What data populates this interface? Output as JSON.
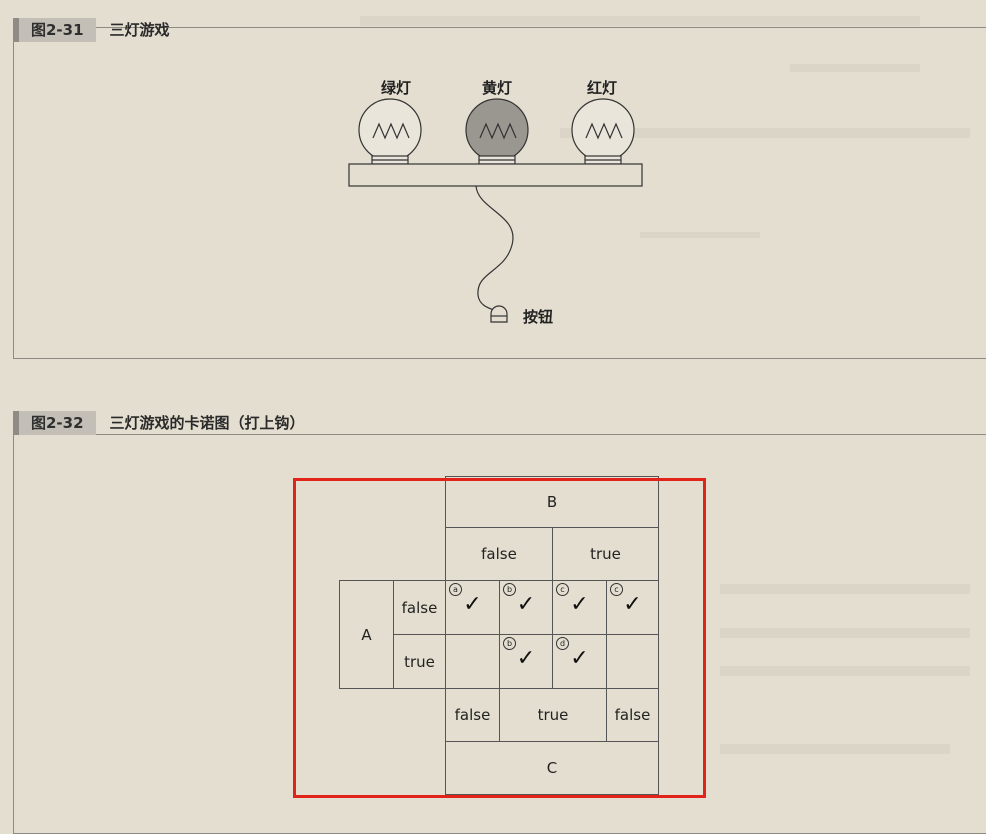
{
  "figure1": {
    "number": "图2-31",
    "title": "三灯游戏",
    "lamps": [
      {
        "label": "绿灯",
        "color": "#e9e5da"
      },
      {
        "label": "黄灯",
        "color": "#9a9690"
      },
      {
        "label": "红灯",
        "color": "#e9e5da"
      }
    ],
    "button_label": "按钮"
  },
  "figure2": {
    "number": "图2-32",
    "title": "三灯游戏的卡诺图（打上钩）",
    "kmap": {
      "var_b": "B",
      "var_a": "A",
      "var_c": "C",
      "b_values": [
        "false",
        "true"
      ],
      "a_values": [
        "false",
        "true"
      ],
      "c_values": [
        "false",
        "true",
        "false"
      ],
      "check_glyph": "✓",
      "rows": [
        [
          {
            "badge": "a",
            "checked": true
          },
          {
            "badge": "b",
            "checked": true
          },
          {
            "badge": "c",
            "checked": true
          },
          {
            "badge": "c",
            "checked": true
          }
        ],
        [
          {
            "badge": "",
            "checked": false
          },
          {
            "badge": "b",
            "checked": true
          },
          {
            "badge": "d",
            "checked": true
          },
          {
            "badge": "",
            "checked": false
          }
        ]
      ]
    }
  }
}
